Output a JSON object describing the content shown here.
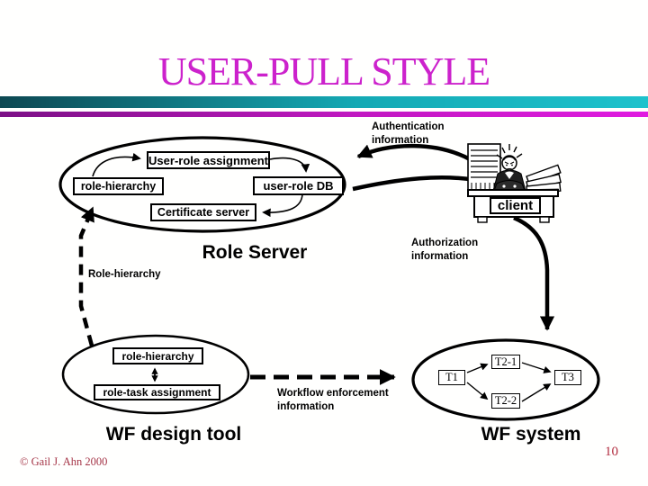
{
  "slide": {
    "title": "USER-PULL STYLE",
    "footer": "© Gail J. Ahn 2000",
    "page_number": "10"
  },
  "role_server": {
    "caption": "Role Server",
    "user_role_assignment": "User-role assignment",
    "role_hierarchy": "role-hierarchy",
    "user_role_db": "user-role DB",
    "certificate_server": "Certificate server"
  },
  "client": {
    "label": "client"
  },
  "wf_design_tool": {
    "caption": "WF design tool",
    "role_hierarchy": "role-hierarchy",
    "role_task_assignment": "role-task assignment"
  },
  "wf_system": {
    "caption": "WF system",
    "tasks": [
      "T1",
      "T2-1",
      "T2-2",
      "T3"
    ]
  },
  "flow_labels": {
    "authentication": "Authentication\ninformation",
    "authorization": "Authorization\ninformation",
    "role_hierarchy": "Role-hierarchy",
    "workflow_enforcement": "Workflow enforcement\ninformation"
  },
  "colors": {
    "title_magenta": "#cc22cc",
    "bar_teal_left": "#0d4852",
    "bar_teal_right": "#1ec2cc",
    "bar_magenta_left": "#7c1086",
    "bar_magenta_right": "#e01ae0",
    "footer_red": "#a53648",
    "diagram_ink": "#000000"
  }
}
